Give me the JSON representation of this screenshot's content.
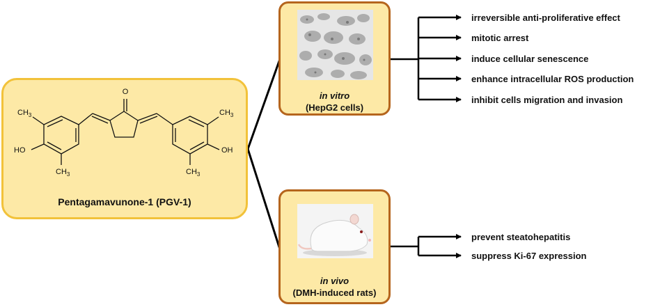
{
  "compound": {
    "name": "Pentagamavunone-1 (PGV-1)",
    "atoms": {
      "oxo": "O",
      "methyl": "CH",
      "methyl_sub": "3",
      "hydroxyl_left": "HO",
      "hydroxyl_right": "OH"
    }
  },
  "in_vitro": {
    "title": "in vitro",
    "subtitle": "(HepG2 cells)",
    "image": "hepg2-cell-micrograph",
    "effects": [
      "irreversible anti-proliferative effect",
      "mitotic arrest",
      "induce cellular senescence",
      "enhance intracellular ROS production",
      "inhibit cells migration and invasion"
    ]
  },
  "in_vivo": {
    "title": "in vivo",
    "subtitle": "(DMH-induced rats)",
    "image": "white-rat-photo",
    "effects": [
      "prevent steatohepatitis",
      "suppress Ki-67 expression"
    ]
  },
  "colors": {
    "panel_fill": "#fde9a6",
    "compound_border": "#f2c23a",
    "model_border": "#b5651d",
    "line": "#000000"
  }
}
